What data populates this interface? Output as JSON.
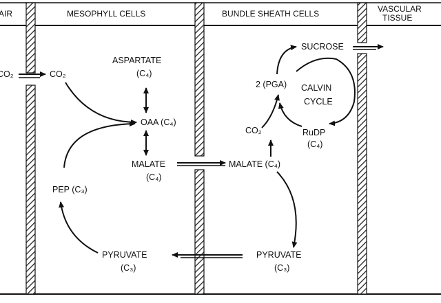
{
  "headers": {
    "air": "AIR",
    "mesophyll": "MESOPHYLL CELLS",
    "bundle_sheath": "BUNDLE SHEATH CELLS",
    "vascular_line1": "VASCULAR",
    "vascular_line2": "TISSUE"
  },
  "labels": {
    "co2_air": "CO₂",
    "co2_meso": "CO₂",
    "aspartate": "ASPARTATE",
    "aspartate_c": "(C₄)",
    "oaa": "OAA (C₄)",
    "malate_meso": "MALATE",
    "malate_meso_c": "(C₄)",
    "pep": "PEP (C₃)",
    "pyruvate_meso": "PYRUVATE",
    "pyruvate_meso_c": "(C₃)",
    "sucrose": "SUCROSE",
    "pga": "2 (PGA)",
    "calvin1": "CALVIN",
    "calvin2": "CYCLE",
    "co2_bundle": "CO₂",
    "rudp": "RuDP",
    "rudp_c": "(C₄)",
    "malate_bundle": "MALATE (C₄)",
    "pyruvate_bundle": "PYRUVATE",
    "pyruvate_bundle_c": "(C₃)"
  }
}
